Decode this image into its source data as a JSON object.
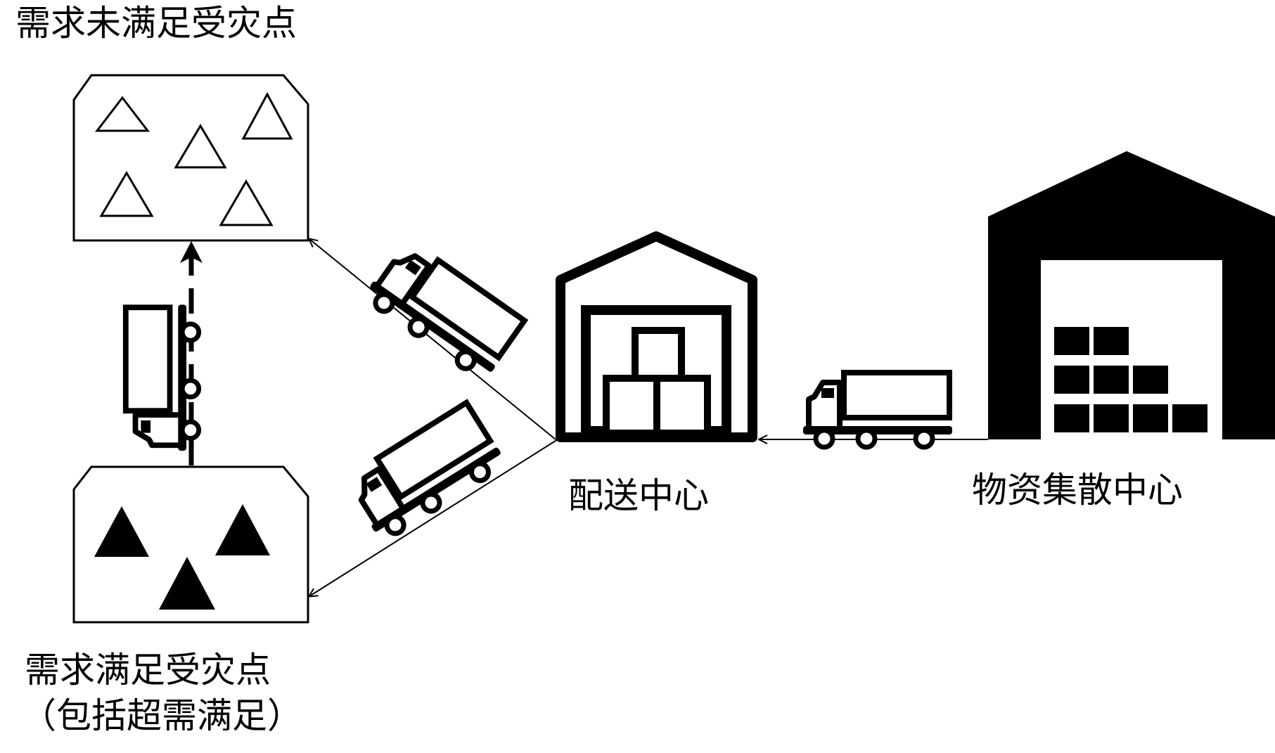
{
  "labels": {
    "unmet_points": "需求未满足受灾点",
    "met_points_line1": "需求满足受灾点",
    "met_points_line2": "（包括超需满足）",
    "distribution_center": "配送中心",
    "collection_center": "物资集散中心"
  },
  "legend": {
    "unmet_marker": "outline-triangle-icon",
    "met_marker": "filled-triangle-icon"
  },
  "counts": {
    "unmet_triangles": 5,
    "met_triangles": 3
  },
  "colors": {
    "ink": "#000000",
    "background": "#ffffff"
  }
}
